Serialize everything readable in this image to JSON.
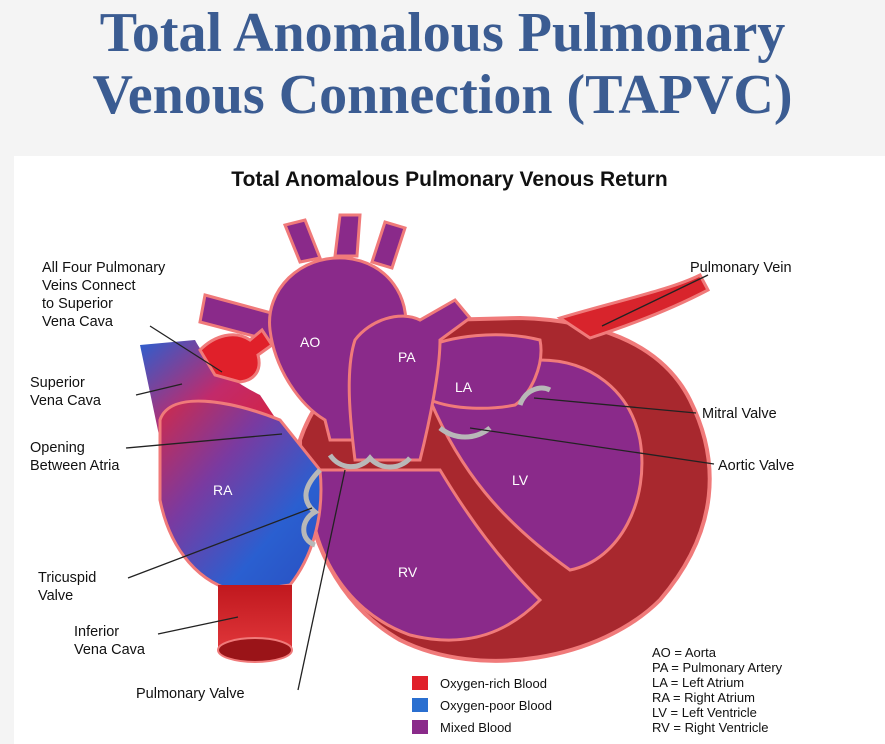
{
  "slide_title": {
    "line1": "Total Anomalous Pulmonary",
    "line2": "Venous Connection (TAPVC)"
  },
  "diagram_title": "Total Anomalous Pulmonary Venous Return",
  "labels": {
    "four_veins": [
      "All Four Pulmonary",
      "Veins Connect",
      "to Superior",
      "Vena Cava"
    ],
    "svc": [
      "Superior",
      "Vena Cava"
    ],
    "opening": [
      "Opening",
      "Between Atria"
    ],
    "tricuspid": [
      "Tricuspid",
      "Valve"
    ],
    "ivc": [
      "Inferior",
      "Vena Cava"
    ],
    "pulm_valve": "Pulmonary Valve",
    "pulm_vein": "Pulmonary Vein",
    "mitral": "Mitral Valve",
    "aortic": "Aortic Valve"
  },
  "chambers": {
    "ao": "AO",
    "pa": "PA",
    "la": "LA",
    "lv": "LV",
    "ra": "RA",
    "rv": "RV"
  },
  "legend": [
    {
      "label": "Oxygen-rich Blood",
      "color": "#e0202a"
    },
    {
      "label": "Oxygen-poor Blood",
      "color": "#2a6fd0"
    },
    {
      "label": "Mixed Blood",
      "color": "#8a2a8a"
    }
  ],
  "abbreviations": [
    "AO = Aorta",
    "PA = Pulmonary Artery",
    "LA = Left Atrium",
    "RA = Right Atrium",
    "LV = Left Ventricle",
    "RV = Right Ventricle"
  ]
}
